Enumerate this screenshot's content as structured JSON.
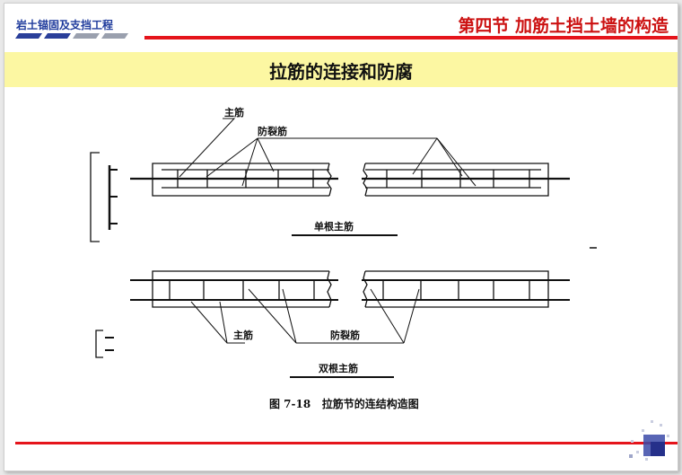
{
  "header": {
    "course_title": "岩土锚固及支挡工程",
    "section_title": "第四节  加筋土挡土墙的构造"
  },
  "banner": {
    "title": "拉筋的连接和防腐"
  },
  "diagram": {
    "label_main_bar_top": "主筋",
    "label_crack_bar_top": "防裂筋",
    "label_single_bar": "单根主筋",
    "label_main_bar_bottom": "主筋",
    "label_crack_bar_bottom": "防裂筋",
    "label_double_bar": "双根主筋",
    "caption": "图 7-18   拉筋节的连结构造图"
  },
  "colors": {
    "accent_red": "#e5141b",
    "course_blue": "#1f3b9c",
    "banner_yellow": "#fcf7a2",
    "section_red": "#cc1111"
  }
}
